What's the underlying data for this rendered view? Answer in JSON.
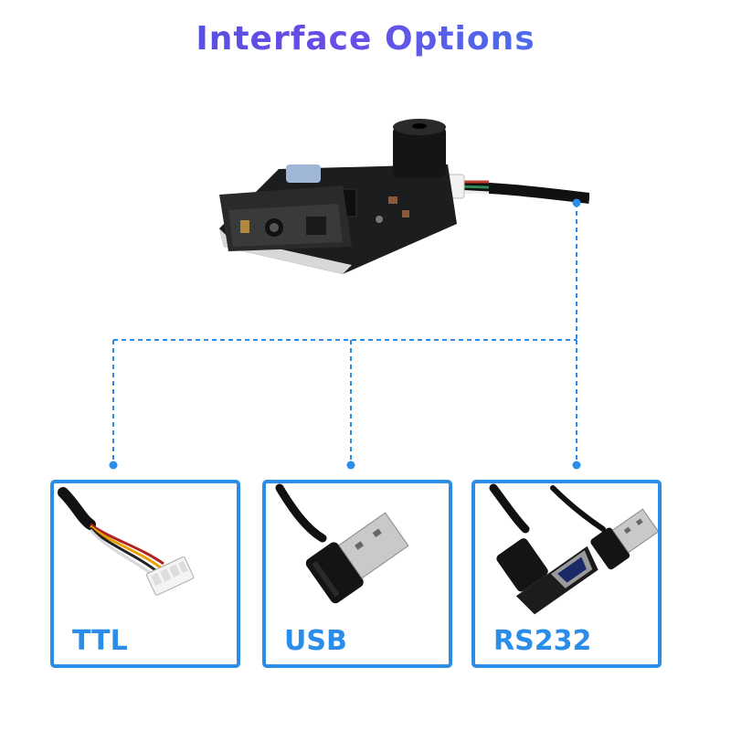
{
  "title": "Interface Options",
  "colors": {
    "accent": "#2a8de8",
    "title_gradient": [
      "#3b5bdb",
      "#6a4be6",
      "#2f8df0"
    ]
  },
  "options": [
    {
      "label": "TTL",
      "icon": "ttl-cable-icon"
    },
    {
      "label": "USB",
      "icon": "usb-cable-icon"
    },
    {
      "label": "RS232",
      "icon": "rs232-cable-icon"
    }
  ]
}
